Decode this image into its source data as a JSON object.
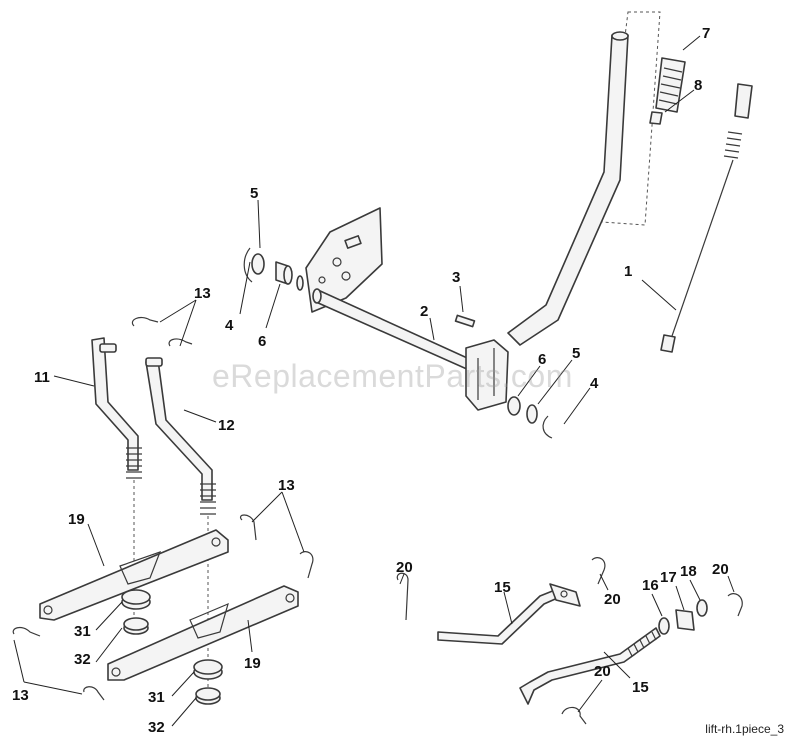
{
  "watermark": "eReplacementParts.com",
  "figure_id": "lift-rh.1piece_3",
  "callouts": [
    "1",
    "2",
    "3",
    "4",
    "4",
    "5",
    "5",
    "6",
    "6",
    "7",
    "8",
    "11",
    "12",
    "13",
    "13",
    "13",
    "15",
    "15",
    "16",
    "17",
    "18",
    "19",
    "19",
    "20",
    "20",
    "20",
    "20",
    "31",
    "31",
    "32",
    "32"
  ],
  "colors": {
    "line": "#3a3a3a",
    "fill": "#f4f4f4",
    "watermark": "#969696"
  }
}
